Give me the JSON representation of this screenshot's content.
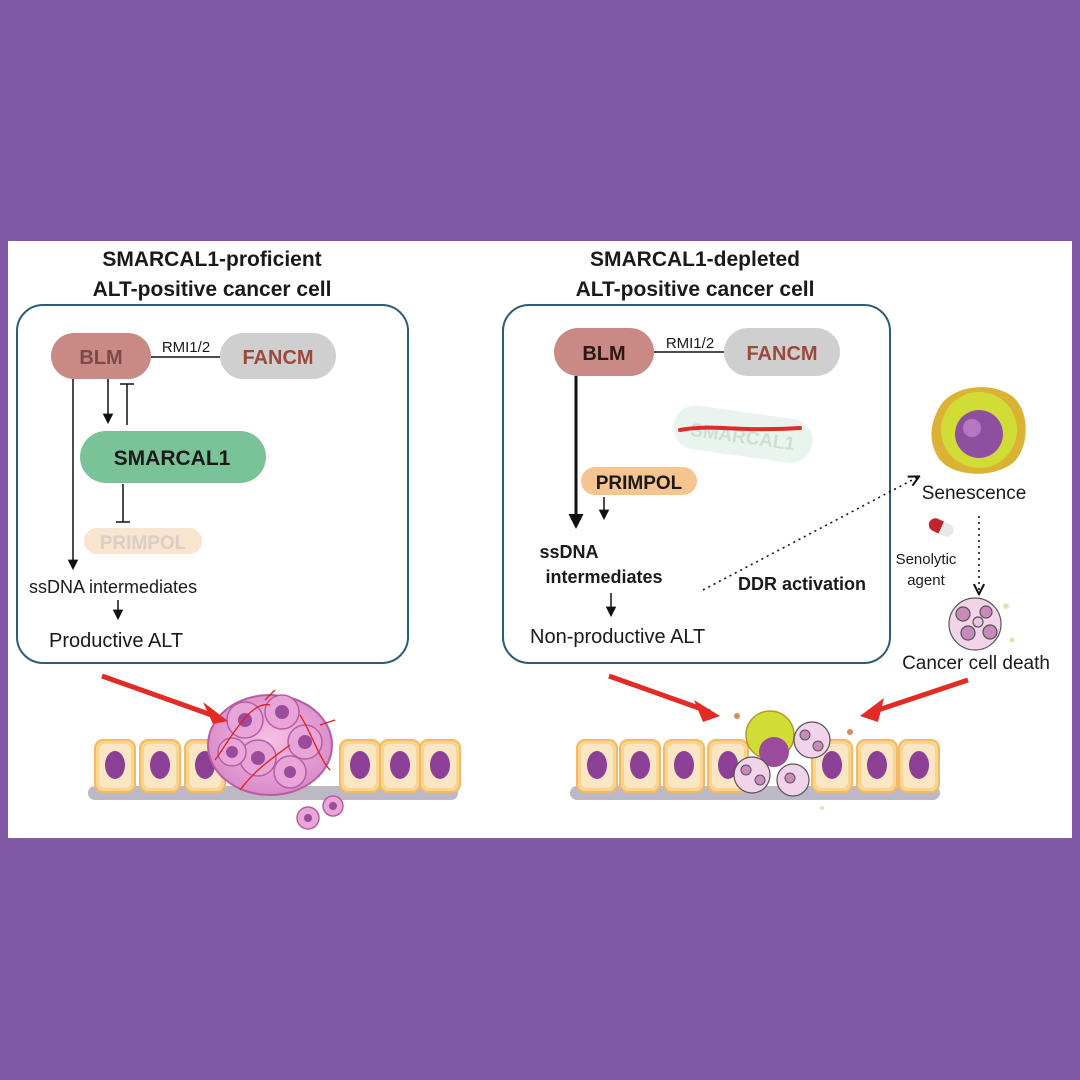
{
  "left_panel": {
    "title_line1": "SMARCAL1-proficient",
    "title_line2": "ALT-positive cancer cell",
    "blm": "BLM",
    "rmi": "RMI1/2",
    "fancm": "FANCM",
    "smarcal1": "SMARCAL1",
    "primpol": "PRIMPOL",
    "ssdna": "ssDNA intermediates",
    "outcome": "Productive ALT"
  },
  "right_panel": {
    "title_line1": "SMARCAL1-depleted",
    "title_line2": "ALT-positive cancer cell",
    "blm": "BLM",
    "rmi": "RMI1/2",
    "fancm": "FANCM",
    "smarcal1_crossed": "SMARCAL1",
    "primpol": "PRIMPOL",
    "ssdna_line1": "ssDNA",
    "ssdna_line2": "intermediates",
    "outcome": "Non-productive ALT",
    "ddr": "DDR activation",
    "senescence": "Senescence",
    "senolytic_line1": "Senolytic",
    "senolytic_line2": "agent",
    "death": "Cancer cell death"
  },
  "colors": {
    "background": "#8158a6",
    "panel": "#ffffff",
    "blm": "#c98a86",
    "fancm": "#cfcfcf",
    "fancm_text": "#9a4a3d",
    "smarcal1": "#7ac297",
    "primpol_faded": "#f8e4cf",
    "primpol_active": "#f6c58f",
    "arrow_red": "#e12b24",
    "vessel": "#e02020"
  }
}
